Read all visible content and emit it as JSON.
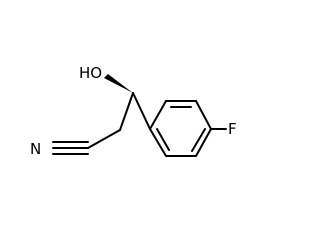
{
  "molecule": {
    "atoms": {
      "nitrogen": "N",
      "hydroxyl": "HO",
      "fluorine": "F"
    },
    "colors": {
      "bond": "#000000",
      "label": "#000000",
      "background": "#ffffff"
    }
  }
}
